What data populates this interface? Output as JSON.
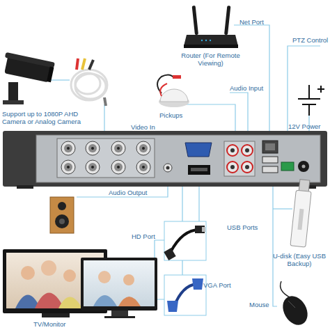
{
  "diagram": {
    "labels": [
      "Net Port",
      "PTZ Control",
      "Router (For Remote Viewing)",
      "Audio Input",
      "Pickups",
      "12V Power",
      "Support up to 1080P AHD Camera or Analog Camera",
      "Video In",
      "Audio Output",
      "HD Port",
      "USB Ports",
      "U-disk (Easy USB Backup)",
      "VGA Port",
      "TV/Monitor",
      "Mouse"
    ]
  }
}
